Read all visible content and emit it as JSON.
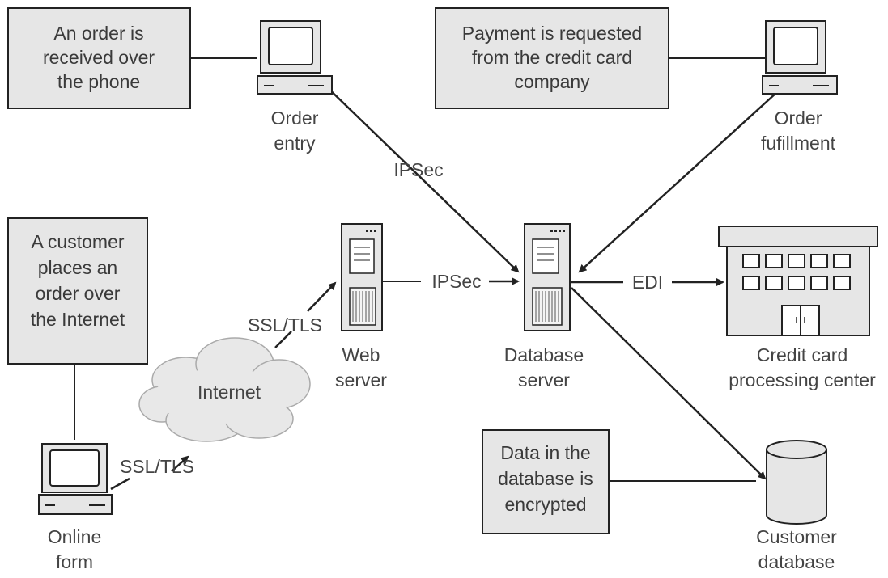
{
  "notes": {
    "phone_order": [
      "An order is",
      "received over",
      "the phone"
    ],
    "payment": [
      "Payment is requested",
      "from the credit card",
      "company"
    ],
    "customer_order": [
      "A customer",
      "places an",
      "order over",
      "the Internet"
    ],
    "encrypted": [
      "Data in the",
      "database is",
      "encrypted"
    ]
  },
  "nodes": {
    "order_entry": [
      "Order",
      "entry"
    ],
    "order_fulfillment": [
      "Order",
      "fufillment"
    ],
    "web_server": [
      "Web",
      "server"
    ],
    "database_server": [
      "Database",
      "server"
    ],
    "credit_center": [
      "Credit card",
      "processing center"
    ],
    "online_form": [
      "Online",
      "form"
    ],
    "customer_db": [
      "Customer",
      "database"
    ],
    "internet": "Internet"
  },
  "links": {
    "ipsec_order_entry": "IPSec",
    "ipsec_web_db": "IPSec",
    "edi": "EDI",
    "ssl_form": "SSL/TLS",
    "ssl_web": "SSL/TLS"
  }
}
